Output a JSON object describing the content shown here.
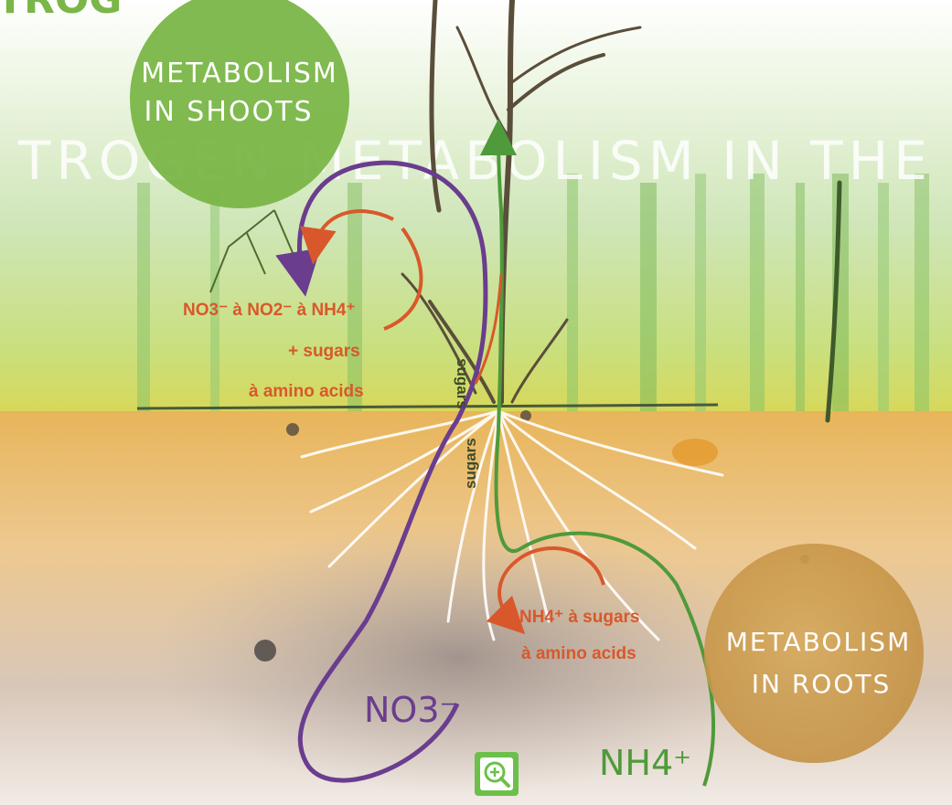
{
  "header_partial": "TROGEN METABOLISM IN THE",
  "header_fragment": "TROG",
  "shoots_label": {
    "line1": "METABOLISM",
    "line2": "IN SHOOTS"
  },
  "roots_label": {
    "line1": "METABOLISM",
    "line2": "IN ROOTS"
  },
  "shoot_reaction": {
    "line1": "NO3⁻ à NO2⁻ à NH4⁺",
    "line2": "+ sugars",
    "line3": "à amino acids"
  },
  "root_reaction": {
    "line1": "NH4⁺ à sugars",
    "line2": "à amino acids"
  },
  "stem_label_upper": "sugars",
  "stem_label_lower": "sugars",
  "soil_nitrate": "NO3⁻",
  "soil_ammonium": "NH4⁺",
  "colors": {
    "shoot_circle": "#7ab648",
    "root_circle": "#c99a4a",
    "nitrate_path": "#6a3d8f",
    "ammonium_path": "#4f9a3a",
    "reaction_text": "#d9582b",
    "zoom_button": "#6cc04a"
  },
  "icons": {
    "zoom": "zoom-in-icon"
  }
}
